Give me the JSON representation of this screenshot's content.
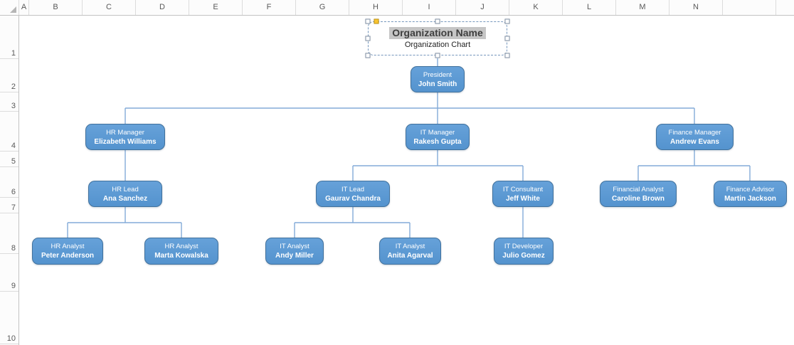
{
  "sheet": {
    "column_headers": [
      "A",
      "B",
      "C",
      "D",
      "E",
      "F",
      "G",
      "H",
      "I",
      "J",
      "K",
      "L",
      "M",
      "N"
    ],
    "row_headers": [
      "1",
      "2",
      "3",
      "4",
      "5",
      "6",
      "7",
      "8",
      "9",
      "10"
    ]
  },
  "title_card": {
    "title": "Organization Name",
    "subtitle": "Organization Chart"
  },
  "org_chart": {
    "nodes": [
      {
        "role": "President",
        "name": "John Smith"
      },
      {
        "role": "HR Manager",
        "name": "Elizabeth Williams"
      },
      {
        "role": "IT Manager",
        "name": "Rakesh Gupta"
      },
      {
        "role": "Finance Manager",
        "name": "Andrew Evans"
      },
      {
        "role": "HR Lead",
        "name": "Ana Sanchez"
      },
      {
        "role": "IT Lead",
        "name": "Gaurav Chandra"
      },
      {
        "role": "IT Consultant",
        "name": "Jeff White"
      },
      {
        "role": "Financial Analyst",
        "name": "Caroline Brown"
      },
      {
        "role": "Finance Advisor",
        "name": "Martin Jackson"
      },
      {
        "role": "HR Analyst",
        "name": "Peter Anderson"
      },
      {
        "role": "HR Analyst",
        "name": "Marta Kowalska"
      },
      {
        "role": "IT Analyst",
        "name": "Andy Miller"
      },
      {
        "role": "IT Analyst",
        "name": "Anita Agarval"
      },
      {
        "role": "IT Developer",
        "name": "Julio Gomez"
      }
    ]
  },
  "colors": {
    "node_fill": "#5B9BD5",
    "node_border": "#41719C",
    "connector": "#83ABD8",
    "selection_highlight": "#C6C6C6",
    "adjust_handle": "#F9C431"
  }
}
